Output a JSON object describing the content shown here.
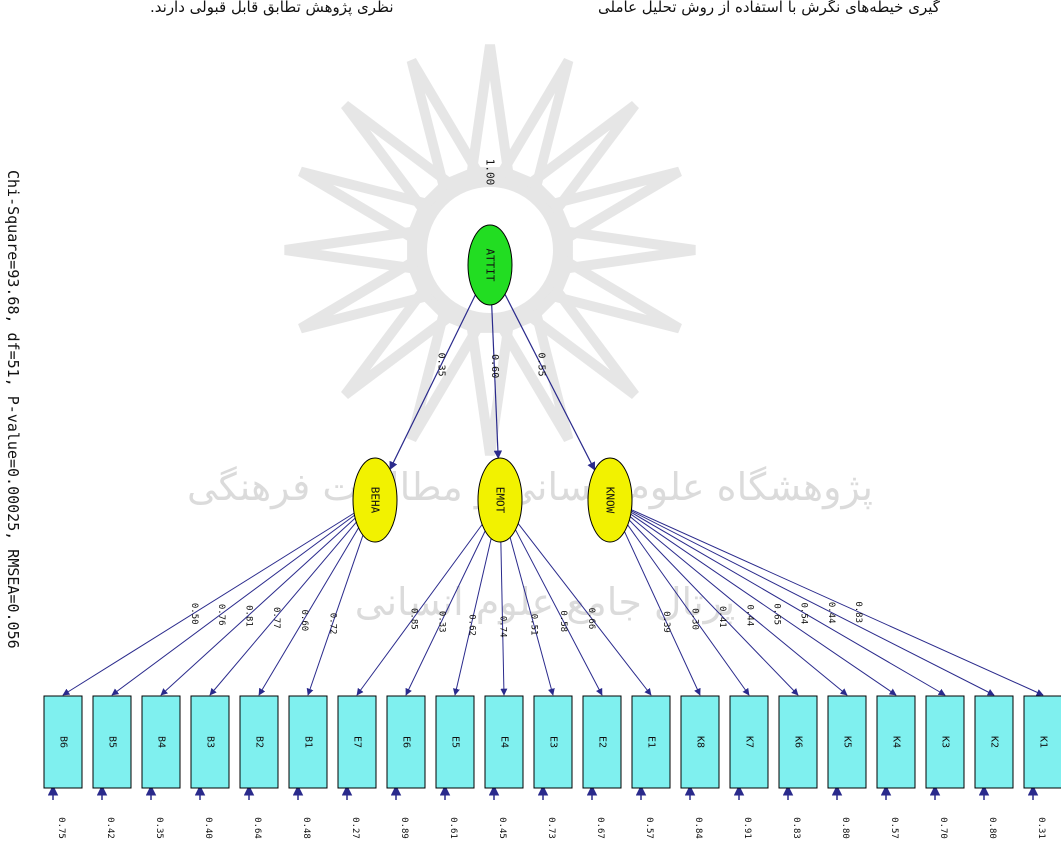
{
  "captions": {
    "left": "نظری پژوهش تطابق قابل قبولی دارند.",
    "right": "گیری خیطه‌های نگرش با استفاده از روش تحلیل عاملی"
  },
  "fit_statistics": "Chi-Square=93.68, df=51, P-value=0.00025, RMSEA=0.056",
  "watermark": {
    "text_upper": "پژوهشگاه علوم انسانی و مطالعات فرهنگی",
    "text_lower": "پرتال جامع علوم انسانی"
  },
  "colors": {
    "second_order_fill": "#22dd22",
    "first_order_fill": "#f2f200",
    "indicator_fill": "#7ff0ef",
    "path_color": "#2a2a8c"
  },
  "root": {
    "label": "ATTIT",
    "variance": "1.00"
  },
  "factors": [
    {
      "id": "BEHA",
      "label": "BEHA",
      "loading": "0.35",
      "indicators": [
        {
          "label": "B6",
          "loading": "0.50",
          "error": "0.75"
        },
        {
          "label": "B5",
          "loading": "0.76",
          "error": "0.42"
        },
        {
          "label": "B4",
          "loading": "0.81",
          "error": "0.35"
        },
        {
          "label": "B3",
          "loading": "0.77",
          "error": "0.40"
        },
        {
          "label": "B2",
          "loading": "0.60",
          "error": "0.64"
        },
        {
          "label": "B1",
          "loading": "0.72",
          "error": "0.48"
        }
      ]
    },
    {
      "id": "EMOT",
      "label": "EMOT",
      "loading": "0.60",
      "indicators": [
        {
          "label": "E7",
          "loading": "0.85",
          "error": "0.27"
        },
        {
          "label": "E6",
          "loading": "0.33",
          "error": "0.89"
        },
        {
          "label": "E5",
          "loading": "0.62",
          "error": "0.61"
        },
        {
          "label": "E4",
          "loading": "0.74",
          "error": "0.45"
        },
        {
          "label": "E3",
          "loading": "0.51",
          "error": "0.73"
        },
        {
          "label": "E2",
          "loading": "0.58",
          "error": "0.67"
        },
        {
          "label": "E1",
          "loading": "0.66",
          "error": "0.57"
        }
      ]
    },
    {
      "id": "KNOW",
      "label": "KNOW",
      "loading": "0.55",
      "indicators": [
        {
          "label": "K8",
          "loading": "0.39",
          "error": "0.84"
        },
        {
          "label": "K7",
          "loading": "0.30",
          "error": "0.91"
        },
        {
          "label": "K6",
          "loading": "0.41",
          "error": "0.83"
        },
        {
          "label": "K5",
          "loading": "0.44",
          "error": "0.80"
        },
        {
          "label": "K4",
          "loading": "0.65",
          "error": "0.57"
        },
        {
          "label": "K3",
          "loading": "0.54",
          "error": "0.70"
        },
        {
          "label": "K2",
          "loading": "0.44",
          "error": "0.80"
        },
        {
          "label": "K1",
          "loading": "0.83",
          "error": "0.31"
        }
      ]
    }
  ]
}
